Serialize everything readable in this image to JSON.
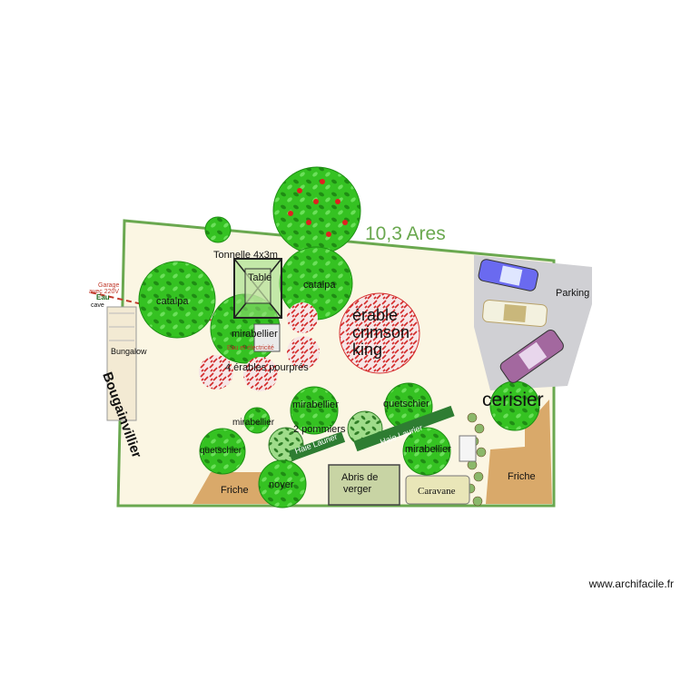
{
  "plan": {
    "area_label": "10,3 Ares",
    "labels": {
      "tonnelle": "Tonnelle 4x3m",
      "table": "Table",
      "catalpa_left": "catalpa",
      "catalpa_right": "catalpa",
      "erable_l1": "érable",
      "erable_l2": "crimson",
      "erable_l3": "king",
      "mirabellier_center": "mirabellier",
      "eau_electricite": "Eau et électricité",
      "erables_pourpres": "4 érables pourprés",
      "garage": "Garage",
      "garage_sub": "avec 220V",
      "eau": "Eau",
      "cave": "cave",
      "bungalow": "Bungalow",
      "bougainvillier": "Bougainvillier",
      "mirabellier_mid": "mirabellier",
      "mirabellier_small": "mirabellier",
      "quetschier_top": "quetschier",
      "quetschier_left": "quetschier",
      "pommiers": "2 pommiers",
      "haie_1": "Haie Laurier",
      "haie_2": "Haie Laurier",
      "mirabellier_right": "mirabellier",
      "noyer": "noyer",
      "friche_left": "Friche",
      "friche_right": "Friche",
      "abris_l1": "Abris de",
      "abris_l2": "verger",
      "caravane": "Caravane",
      "cerisier": "cerisier",
      "parking": "Parking"
    },
    "colors": {
      "border": "#6aa84f",
      "lawn": "#fbf6e3",
      "friche": "#d9a96a",
      "parking": "#d0d0d4",
      "tree_green": "#2fbf1f",
      "tree_dark": "#1e8f14",
      "erable_red": "#d63030",
      "hedge": "#2e7d32",
      "shed": "#c8d4a4"
    }
  },
  "watermark": "www.archifacile.fr"
}
